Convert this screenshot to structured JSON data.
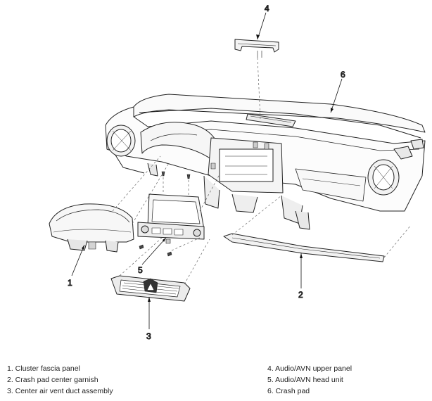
{
  "callouts": {
    "n1": "1",
    "n2": "2",
    "n3": "3",
    "n4": "4",
    "n5": "5",
    "n6": "6"
  },
  "legend": {
    "left": [
      "1. Cluster fascia panel",
      "2. Crash pad center garnish",
      "3. Center air vent duct assembly"
    ],
    "right": [
      "4. Audio/AVN upper panel",
      "5. Audio/AVN head unit",
      "6. Crash pad"
    ]
  }
}
